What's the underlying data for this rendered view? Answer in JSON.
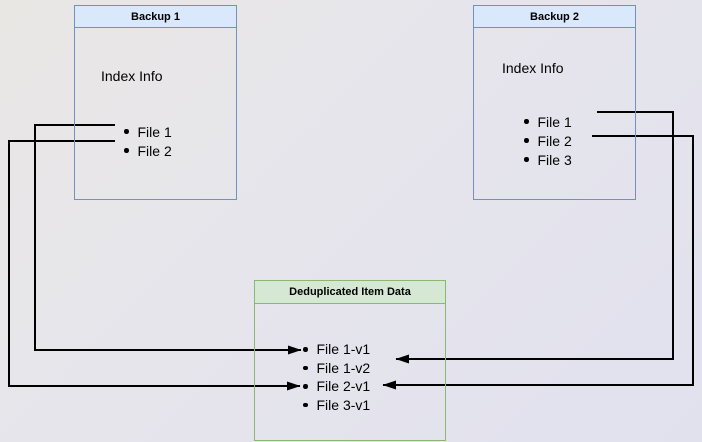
{
  "colors": {
    "blue_fill": "#dae8fc",
    "blue_stroke": "#7290c0",
    "green_fill": "#d5e8d4",
    "green_stroke": "#8ab873",
    "line": "#000000"
  },
  "backup1": {
    "title": "Backup 1",
    "index_label": "Index Info",
    "files": [
      "File 1",
      "File 2"
    ]
  },
  "backup2": {
    "title": "Backup 2",
    "index_label": "Index Info",
    "files": [
      "File 1",
      "File 2",
      "File 3"
    ]
  },
  "dedup": {
    "title": "Deduplicated Item Data",
    "items": [
      "File 1-v1",
      "File 1-v2",
      "File 2-v1",
      "File 3-v1"
    ]
  },
  "connections": [
    {
      "from": "Backup 1 / File 1",
      "to": "File 1-v1",
      "side": "left"
    },
    {
      "from": "Backup 1 / File 2",
      "to": "File 2-v1",
      "side": "left"
    },
    {
      "from": "Backup 2 / File 1",
      "to": "File 1-v2",
      "side": "right"
    },
    {
      "from": "Backup 2 / File 2",
      "to": "File 2-v1",
      "side": "right"
    }
  ]
}
